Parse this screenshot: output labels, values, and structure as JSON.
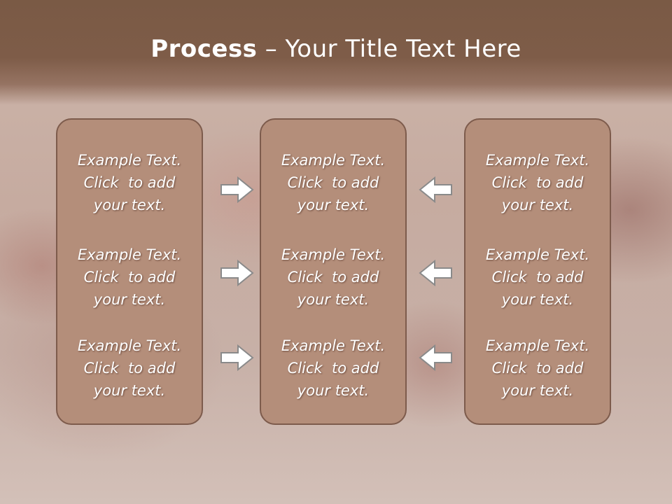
{
  "slide": {
    "title_bold": "Process",
    "title_rest": " – Your Title Text Here"
  },
  "columns": [
    {
      "items": [
        {
          "line1": "Example Text.",
          "line2": "Click  to add",
          "line3": "your text."
        },
        {
          "line1": "Example Text.",
          "line2": "Click  to add",
          "line3": "your text."
        },
        {
          "line1": "Example Text.",
          "line2": "Click  to add",
          "line3": "your text."
        }
      ]
    },
    {
      "items": [
        {
          "line1": "Example Text.",
          "line2": "Click  to add",
          "line3": "your text."
        },
        {
          "line1": "Example Text.",
          "line2": "Click  to add",
          "line3": "your text."
        },
        {
          "line1": "Example Text.",
          "line2": "Click  to add",
          "line3": "your text."
        }
      ]
    },
    {
      "items": [
        {
          "line1": "Example Text.",
          "line2": "Click  to add",
          "line3": "your text."
        },
        {
          "line1": "Example Text.",
          "line2": "Click  to add",
          "line3": "your text."
        },
        {
          "line1": "Example Text.",
          "line2": "Click  to add",
          "line3": "your text."
        }
      ]
    }
  ],
  "arrows": {
    "left_group": "arrow-right-icon",
    "right_group": "arrow-left-icon"
  },
  "colors": {
    "title_bar": "#7a5a45",
    "box_fill": "#b48e7a",
    "box_border": "#7d5b4c",
    "arrow_fill": "#ffffff",
    "arrow_stroke": "#8a8a8a"
  }
}
